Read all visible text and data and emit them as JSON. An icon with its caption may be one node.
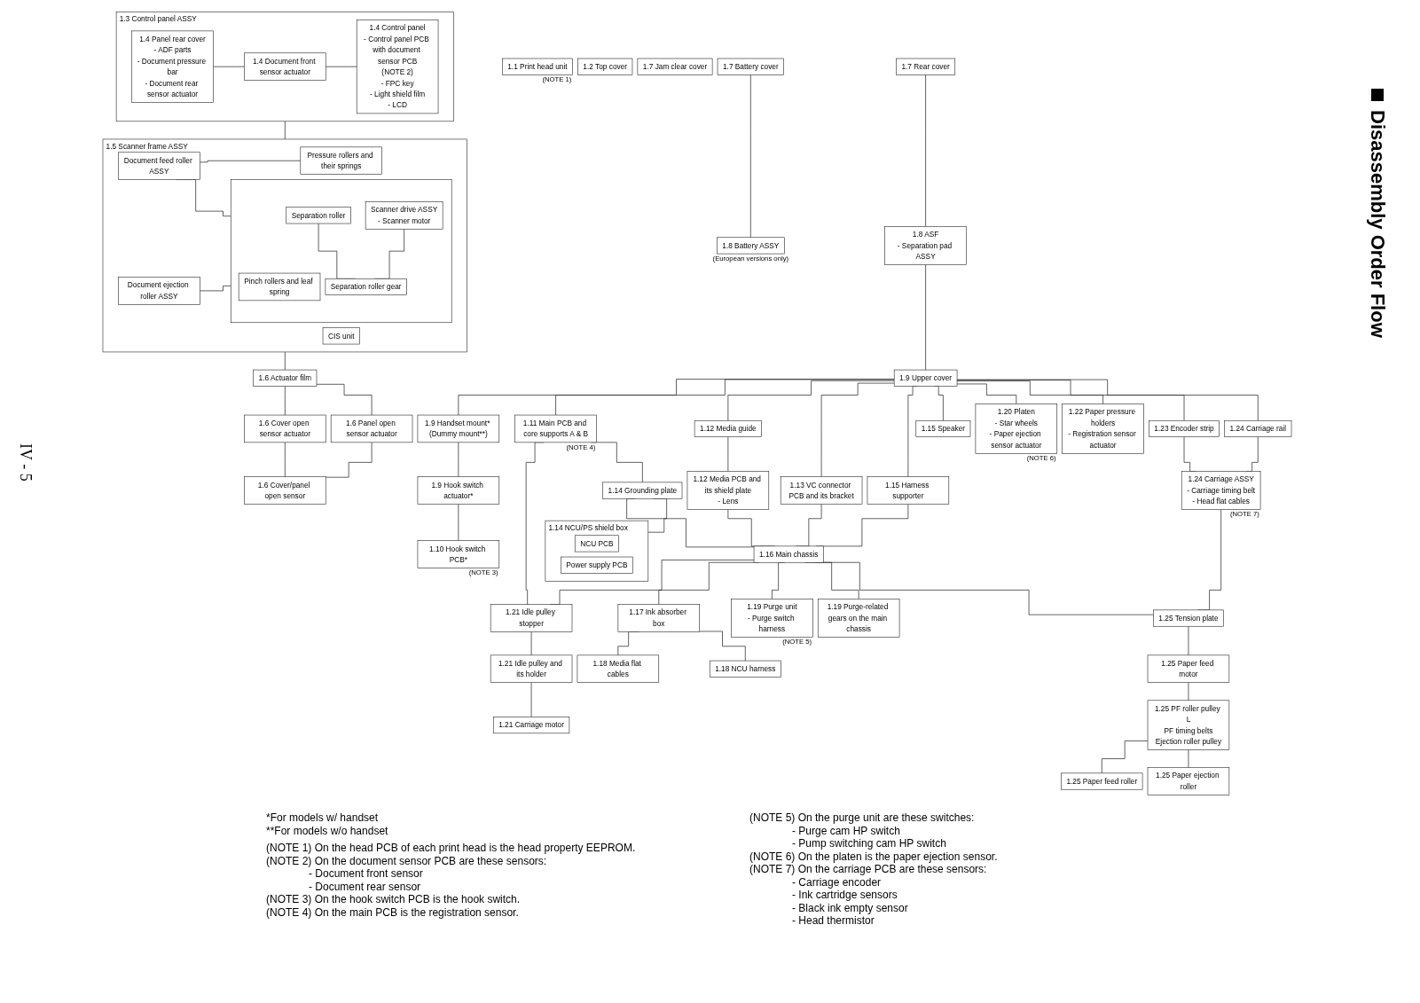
{
  "diagram": {
    "title": "Disassembly Order Flow",
    "nodes": [
      {
        "text": [
          "1.1",
          "Print head unit"
        ],
        "beside": [
          "(NOTE 1)"
        ]
      },
      {
        "text": [
          "1.2",
          "Top cover"
        ]
      },
      {
        "text": [
          "1.3",
          "Control panel ASSY"
        ]
      },
      {
        "text": [
          "1.4",
          "Panel rear cover",
          "- ADF parts",
          "- Document pressure bar",
          "- Document rear sensor actuator"
        ],
        "in": 2
      },
      {
        "text": [
          "1.4",
          "Document front sensor actuator"
        ],
        "in": 2
      },
      {
        "text": [
          "1.4",
          "Control panel",
          "- Control panel PCB with document sensor PCB",
          "(NOTE 2)",
          "- FPC key",
          "- Light shield film",
          "- LCD"
        ],
        "in": 2
      },
      {
        "text": [
          "1.5",
          "Scanner frame ASSY"
        ]
      },
      {
        "text": [
          "Document feed roller ASSY"
        ],
        "in": 6
      },
      {
        "text": [
          "Document ejection roller ASSY"
        ],
        "in": 6
      },
      {
        "text": [
          "CIS unit"
        ],
        "in": 6
      },
      {
        "text": [
          "Pressure rollers and their springs"
        ],
        "in": 6
      },
      {
        "text": [],
        "shape": "box",
        "in": 6
      },
      {
        "text": [
          "Pinch rollers and leaf spring"
        ],
        "in": 11
      },
      {
        "text": [
          "Separation roller"
        ],
        "in": 11
      },
      {
        "text": [
          "Scanner drive ASSY",
          "- Scanner motor"
        ],
        "in": 11
      },
      {
        "text": [
          "Separation roller gear"
        ],
        "in": 11
      },
      {
        "text": [
          "1.6",
          "Actuator film"
        ]
      },
      {
        "text": [
          "1.6",
          "Cover open sensor actuator"
        ]
      },
      {
        "text": [
          "1.6",
          "Panel open sensor actuator"
        ]
      },
      {
        "text": [
          "1.6",
          "Cover/panel open sensor"
        ]
      },
      {
        "text": [
          "1.7",
          "Jam clear cover"
        ]
      },
      {
        "text": [
          "1.7",
          "Battery cover"
        ]
      },
      {
        "text": [
          "1.8",
          "Battery ASSY"
        ],
        "beside": [
          "(European versions only)"
        ]
      },
      {
        "text": [
          "1.7",
          "Rear cover"
        ]
      },
      {
        "text": [
          "1.8",
          "ASF",
          "- Separation pad ASSY"
        ]
      },
      {
        "text": [
          "1.9",
          "Upper cover"
        ]
      },
      {
        "text": [
          "1.9",
          "Handset mount* (Dummy mount**)"
        ]
      },
      {
        "text": [
          "1.9",
          "Hook switch actuator*"
        ]
      },
      {
        "text": [
          "1.10",
          "Hook switch PCB*"
        ],
        "beside": [
          "(NOTE 3)"
        ]
      },
      {
        "text": [
          "1.11",
          "Main PCB and core supports A & B"
        ],
        "beside": [
          "(NOTE 4)"
        ]
      },
      {
        "text": [
          "1.12",
          "Media guide"
        ]
      },
      {
        "text": [
          "1.12",
          "Media PCB and its shield plate",
          "- Lens"
        ]
      },
      {
        "text": [
          "1.13",
          "VC connector PCB and its bracket"
        ]
      },
      {
        "text": [
          "1.15",
          "Harness supporter"
        ]
      },
      {
        "text": [
          "1.15",
          "Speaker"
        ]
      },
      {
        "text": [
          "1.20",
          "Platen",
          "- Star wheels",
          "- Paper ejection sensor actuator"
        ],
        "beside": [
          "(NOTE 6)"
        ]
      },
      {
        "text": [
          "1.22",
          "Paper pressure holders",
          "- Registration sensor actuator"
        ]
      },
      {
        "text": [
          "1.23",
          "Encoder strip"
        ]
      },
      {
        "text": [
          "1.24",
          "Carriage rail"
        ]
      },
      {
        "text": [
          "1.24",
          "Carriage ASSY",
          "- Carriage timing belt",
          "- Head flat cables"
        ],
        "beside": [
          "(NOTE 7)"
        ]
      },
      {
        "text": [
          "1.14",
          "Grounding plate"
        ]
      },
      {
        "text": [
          "1.14",
          "NCU/PS shield box"
        ]
      },
      {
        "text": [
          "NCU PCB"
        ],
        "in": 41
      },
      {
        "text": [
          "Power supply PCB"
        ],
        "in": 41
      },
      {
        "text": [
          "1.16",
          "Main chassis"
        ]
      },
      {
        "text": [
          "1.21",
          "Idle pulley stopper"
        ]
      },
      {
        "text": [
          "1.21",
          "Idle pulley and its holder"
        ]
      },
      {
        "text": [
          "1.21",
          "Carriage motor"
        ]
      },
      {
        "text": [
          "1.17",
          "Ink absorber box"
        ]
      },
      {
        "text": [
          "1.19",
          "Purge unit",
          "- Purge switch harness"
        ],
        "beside": [
          "(NOTE 5)"
        ]
      },
      {
        "text": [
          "1.19",
          "Purge-related gears on the main chassis"
        ]
      },
      {
        "text": [
          "1.18",
          "Media flat cables"
        ]
      },
      {
        "text": [
          "1.18",
          "NCU harness"
        ]
      },
      {
        "text": [
          "1.25",
          "Tension plate"
        ]
      },
      {
        "text": [
          "1.25",
          "Paper feed motor"
        ]
      },
      {
        "text": [
          "1.25",
          "PF roller pulley L",
          "PF timing belts",
          "Ejection roller pulley"
        ]
      },
      {
        "text": [
          "1.25",
          "Paper feed roller"
        ]
      },
      {
        "text": [
          "1.25",
          "Paper ejection roller"
        ]
      }
    ],
    "edges": [
      {
        "from": 2,
        "to": 6,
        "arrow": "none"
      },
      {
        "from": 3,
        "to": 4,
        "arrow": "none"
      },
      {
        "from": 4,
        "to": 5,
        "arrow": "none"
      },
      {
        "from": 7,
        "to": 10,
        "arrow": "none"
      },
      {
        "from": 7,
        "to": 11,
        "arrow": "none"
      },
      {
        "from": 8,
        "to": 11,
        "arrow": "none"
      },
      {
        "from": 13,
        "to": 15,
        "arrow": "none"
      },
      {
        "from": 14,
        "to": 15,
        "arrow": "none"
      },
      {
        "from": 6,
        "to": 16,
        "arrow": "none"
      },
      {
        "from": 16,
        "to": 17,
        "arrow": "none"
      },
      {
        "from": 16,
        "to": 18,
        "arrow": "none"
      },
      {
        "from": 17,
        "to": 19,
        "arrow": "none"
      },
      {
        "from": 18,
        "to": 19,
        "arrow": "none"
      },
      {
        "from": 21,
        "to": 22,
        "arrow": "none"
      },
      {
        "from": 23,
        "to": 24,
        "arrow": "none"
      },
      {
        "from": 24,
        "to": 25,
        "arrow": "none"
      },
      {
        "from": 25,
        "to": 26,
        "arrow": "none"
      },
      {
        "from": 25,
        "to": 29,
        "arrow": "none"
      },
      {
        "from": 25,
        "to": 30,
        "arrow": "none"
      },
      {
        "from": 25,
        "to": 32,
        "arrow": "none"
      },
      {
        "from": 25,
        "to": 33,
        "arrow": "none"
      },
      {
        "from": 25,
        "to": 34,
        "arrow": "none"
      },
      {
        "from": 25,
        "to": 35,
        "arrow": "none"
      },
      {
        "from": 25,
        "to": 36,
        "arrow": "none"
      },
      {
        "from": 25,
        "to": 37,
        "arrow": "none"
      },
      {
        "from": 25,
        "to": 38,
        "arrow": "none"
      },
      {
        "from": 26,
        "to": 27,
        "arrow": "none"
      },
      {
        "from": 27,
        "to": 28,
        "arrow": "none"
      },
      {
        "from": 30,
        "to": 31,
        "arrow": "none"
      },
      {
        "from": 37,
        "to": 39,
        "arrow": "none"
      },
      {
        "from": 38,
        "to": 39,
        "arrow": "none"
      },
      {
        "from": 29,
        "to": 45,
        "arrow": "none"
      },
      {
        "from": 29,
        "to": 40,
        "arrow": "none"
      },
      {
        "from": 40,
        "to": 41,
        "arrow": "none"
      },
      {
        "from": 40,
        "to": 44,
        "arrow": "none"
      },
      {
        "from": 31,
        "to": 44,
        "arrow": "none"
      },
      {
        "from": 32,
        "to": 44,
        "arrow": "none"
      },
      {
        "from": 33,
        "to": 44,
        "arrow": "none"
      },
      {
        "from": 44,
        "to": 45,
        "arrow": "none"
      },
      {
        "from": 44,
        "to": 48,
        "arrow": "none"
      },
      {
        "from": 44,
        "to": 49,
        "arrow": "none"
      },
      {
        "from": 44,
        "to": 50,
        "arrow": "none"
      },
      {
        "from": 44,
        "to": 53,
        "arrow": "none"
      },
      {
        "from": 39,
        "to": 53,
        "arrow": "none"
      },
      {
        "from": 48,
        "to": 51,
        "arrow": "none"
      },
      {
        "from": 48,
        "to": 52,
        "arrow": "none"
      },
      {
        "from": 45,
        "to": 46,
        "arrow": "none"
      },
      {
        "from": 46,
        "to": 47,
        "arrow": "none"
      },
      {
        "from": 53,
        "to": 54,
        "arrow": "none"
      },
      {
        "from": 54,
        "to": 55,
        "arrow": "none"
      },
      {
        "from": 55,
        "to": 56,
        "arrow": "none"
      },
      {
        "from": 55,
        "to": 57,
        "arrow": "none"
      }
    ],
    "labels": [
      "IV - 5",
      "*For models w/ handset",
      "**For models w/o handset",
      "(NOTE 1) On the head PCB of each print head is the head property EEPROM.",
      "(NOTE 2) On the document sensor PCB are these sensors:",
      "- Document front sensor",
      "- Document rear sensor",
      "(NOTE 3) On the hook switch PCB is the hook switch.",
      "(NOTE 4) On the main PCB is the registration sensor.",
      "(NOTE 5) On the purge unit are these switches:",
      "- Purge cam HP switch",
      "- Pump switching cam HP switch",
      "(NOTE 6) On the platen is the paper ejection sensor.",
      "(NOTE 7) On the carriage PCB are these sensors:",
      "- Carriage encoder",
      "- Ink cartridge sensors",
      "- Black ink empty sensor",
      "- Head thermistor"
    ]
  }
}
